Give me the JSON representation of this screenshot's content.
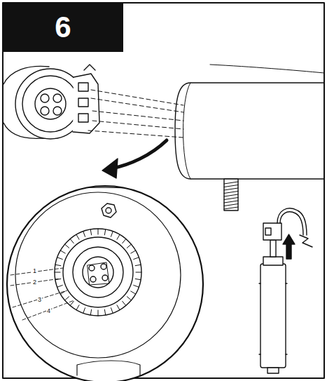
{
  "diagram": {
    "nodes": [
      {
        "text": [
          "6"
        ]
      }
    ],
    "labels": [
      "1",
      "2",
      "3",
      "4"
    ]
  }
}
